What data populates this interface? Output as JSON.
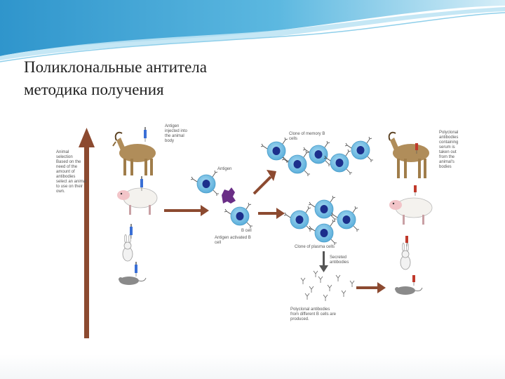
{
  "slide": {
    "title_line1": "Поликлональные антитела",
    "title_line2": "методика получения"
  },
  "colors": {
    "banner_blue": "#3ea6d8",
    "banner_light": "#bfe4f4",
    "arrow_brown": "#8c4a30",
    "cell_fill": "#7fc4e6",
    "nucleus": "#1c2f8c",
    "antigen": "#6a2e86",
    "goat_tan": "#b08d5a",
    "syringe_blue": "#3a6fd6",
    "blood_red": "#c0392b"
  },
  "figure": {
    "annotations": {
      "animal_selection": [
        "Animal",
        "selection",
        "Based on the",
        "need of the",
        "amount of",
        "antibodies",
        "select an animal",
        "to use on their",
        "own."
      ],
      "antigen_injection": [
        "Antigen",
        "injected into",
        "the animal",
        "body"
      ],
      "antigen": "Antigen",
      "b_cell": "B cell",
      "activated": [
        "Antigen activated B",
        "cell"
      ],
      "memory_clone": [
        "Clone of memory B",
        "cells"
      ],
      "plasma_clone": "Clone of plasma cells",
      "secreted": [
        "Secreted",
        "antibodies"
      ],
      "polyclonal_result": [
        "Polyclonal antibodies",
        "from different B cells are",
        "produced."
      ],
      "harvest": [
        "Polyclonal",
        "antibodies",
        "containing",
        "serum is",
        "taken out",
        "from the",
        "animal's",
        "bodies"
      ]
    },
    "icons": [
      "goat-icon",
      "sheep-icon",
      "rabbit-icon",
      "mouse-icon",
      "syringe-icon",
      "b-cell-icon",
      "antigen-icon",
      "antibody-icon"
    ]
  }
}
